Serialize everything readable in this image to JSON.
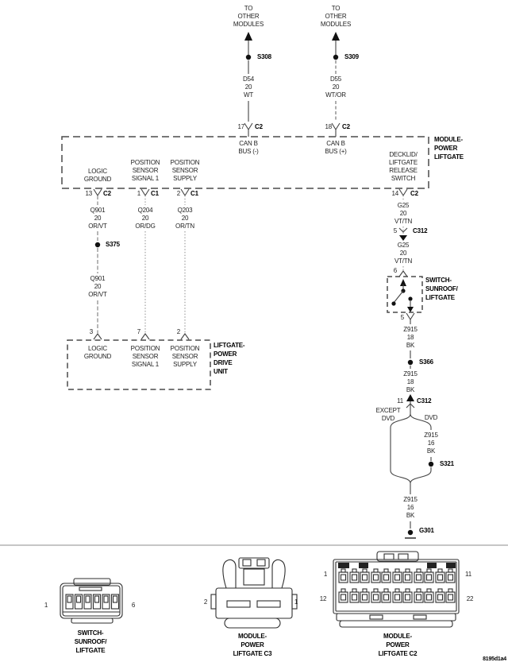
{
  "doc_code": "8195d1a4",
  "bus": {
    "left": {
      "dest": "TO\nOTHER\nMODULES",
      "splice": "S308",
      "wire": "D54\n20\nWT",
      "pin": "17",
      "conn": "C2",
      "bus_label": "CAN B\nBUS (-)"
    },
    "right": {
      "dest": "TO\nOTHER\nMODULES",
      "splice": "S309",
      "wire": "D55\n20\nWT/OR",
      "pin": "18",
      "conn": "C2",
      "bus_label": "CAN B\nBUS (+)"
    }
  },
  "module": {
    "title": "MODULE-\nPOWER\nLIFTGATE",
    "logic_ground": "LOGIC\nGROUND",
    "pos_signal": "POSITION\nSENSOR\nSIGNAL 1",
    "pos_supply": "POSITION\nSENSOR\nSUPPLY",
    "decklid": "DECKLID/\nLIFTGATE\nRELEASE\nSWITCH",
    "pin_logic": "13",
    "pin_logic_conn": "C2",
    "pin_signal": "1",
    "pin_signal_conn": "C1",
    "pin_supply": "2",
    "pin_supply_conn": "C1",
    "pin_decklid": "14",
    "pin_decklid_conn": "C2"
  },
  "wires": {
    "q901": "Q901\n20\nOR/VT",
    "q204": "Q204\n20\nOR/DG",
    "q203": "Q203\n20\nOR/TN",
    "g25": "G25\n20\nVT/TN",
    "z915_18": "Z915\n18\nBK",
    "z915_16": "Z915\n16\nBK"
  },
  "splices": {
    "s375": "S375",
    "s366": "S366",
    "s321": "S321",
    "g301": "G301"
  },
  "inline": {
    "upper_pin": "5",
    "upper": "C312",
    "lower_pin": "11",
    "lower": "C312"
  },
  "switch": {
    "title": "SWITCH-\nSUNROOF/\nLIFTGATE",
    "pin_in": "6",
    "pin_out": "5"
  },
  "drive": {
    "title": "LIFTGATE-\nPOWER\nDRIVE\nUNIT",
    "pin_logic": "3",
    "pin_signal": "7",
    "pin_supply": "2"
  },
  "branch": {
    "left": "EXCEPT\nDVD",
    "right": "DVD"
  },
  "connectors": {
    "sw": {
      "caption": "SWITCH-\nSUNROOF/\nLIFTGATE",
      "pin_left": "1",
      "pin_right": "6"
    },
    "c3": {
      "caption": "MODULE-\nPOWER\nLIFTGATE C3",
      "pin_left": "2",
      "pin_right": "1"
    },
    "c2": {
      "caption": "MODULE-\nPOWER\nLIFTGATE C2",
      "pin_tl": "1",
      "pin_tr": "11",
      "pin_bl": "12",
      "pin_br": "22"
    }
  }
}
